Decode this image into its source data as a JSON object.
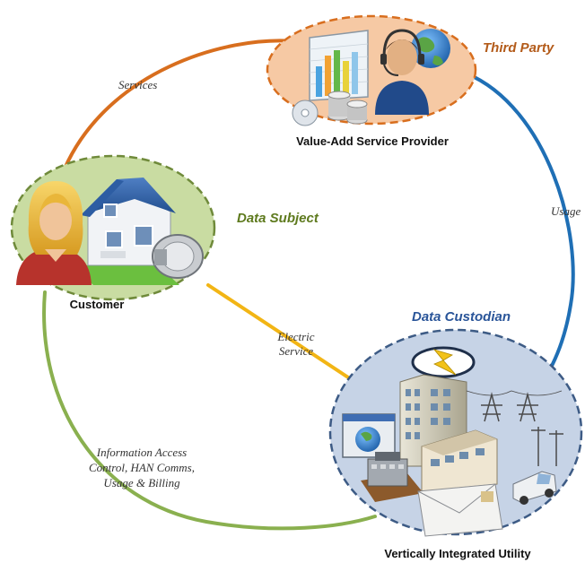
{
  "nodes": {
    "provider": {
      "label": "Value-Add Service Provider",
      "role": "Third Party"
    },
    "customer": {
      "label": "Customer",
      "role": "Data Subject"
    },
    "utility": {
      "label": "Vertically Integrated Utility",
      "role": "Data Custodian"
    }
  },
  "edges": {
    "services": {
      "label": "Services",
      "color": "#d86e1e"
    },
    "usage": {
      "label": "Usage",
      "color": "#1f6fb5"
    },
    "electric": {
      "label_line1": "Electric",
      "label_line2": "Service",
      "color": "#f2b515"
    },
    "info": {
      "label_line1": "Information Access",
      "label_line2": "Control, HAN Comms,",
      "label_line3": "Usage & Billing",
      "color": "#8ab04f"
    }
  },
  "colors": {
    "provider_fill": "#f6c9a4",
    "provider_border": "#d86e1e",
    "customer_fill": "#c9dca2",
    "customer_border": "#6f8a3a",
    "utility_fill": "#c6d3e6",
    "utility_border": "#3d5b85",
    "role_provider": "#b35b1a",
    "role_customer": "#5e7a1e",
    "role_utility": "#2a5599"
  }
}
